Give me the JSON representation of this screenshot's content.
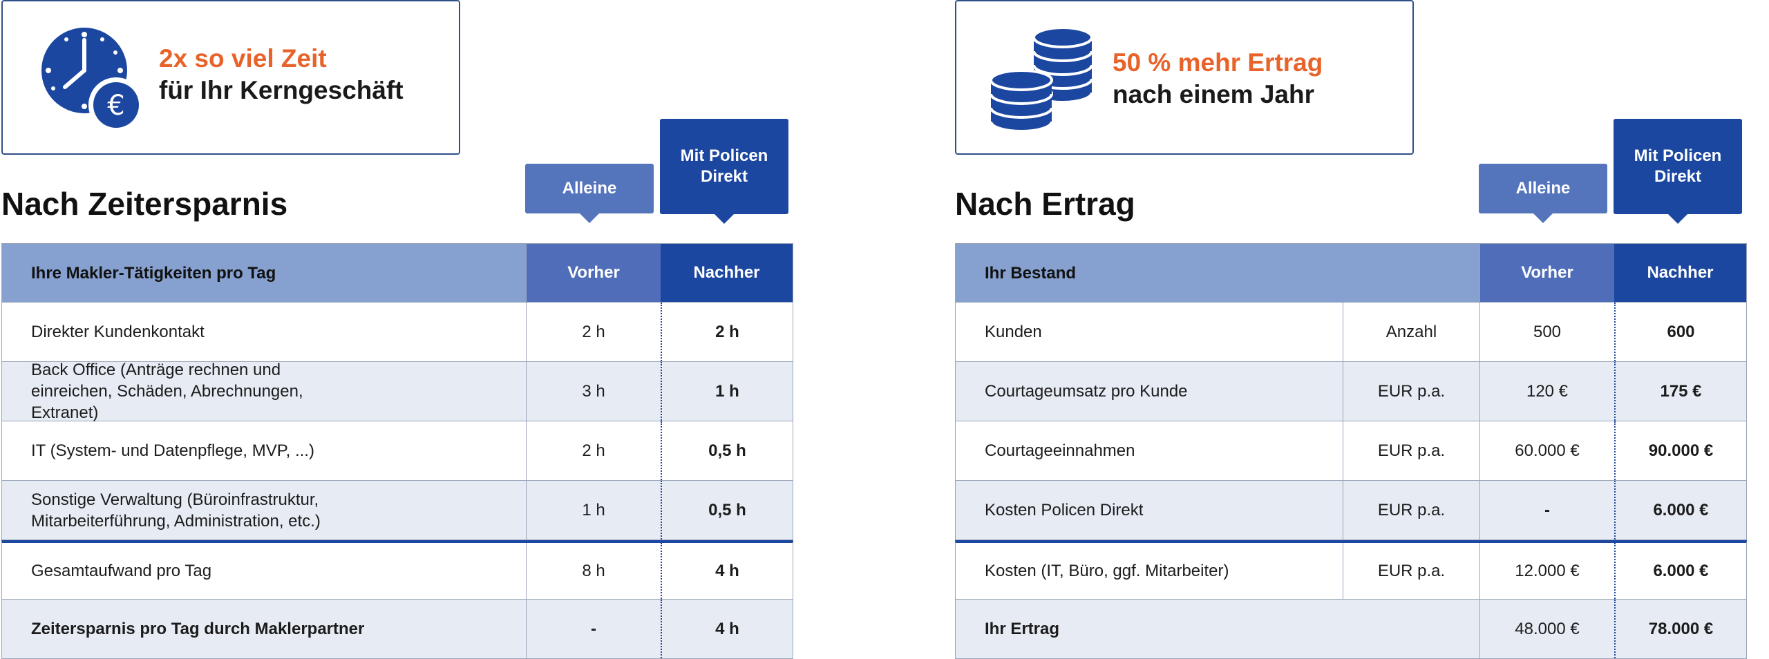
{
  "left": {
    "banner": {
      "line1": "2x so viel Zeit",
      "line2": "für Ihr Kerngeschäft",
      "icon": "clock-euro-icon"
    },
    "title": "Nach Zeitersparnis",
    "tag_alleine": "Alleine",
    "tag_mit": "Mit Policen Direkt",
    "table": {
      "headers": [
        "Ihre Makler-Tätigkeiten pro Tag",
        "Vorher",
        "Nachher"
      ],
      "rows": [
        {
          "label": "Direkter Kundenkontakt",
          "vorher": "2 h",
          "nachher": "2 h"
        },
        {
          "label": "Back Office (Anträge rechnen und einreichen, Schäden, Abrechnungen, Extranet)",
          "vorher": "3 h",
          "nachher": "1 h"
        },
        {
          "label": "IT (System- und Datenpflege, MVP, ...)",
          "vorher": "2 h",
          "nachher": "0,5 h"
        },
        {
          "label": "Sonstige Verwaltung (Büroinfrastruktur, Mitarbeiterführung, Administration, etc.)",
          "vorher": "1 h",
          "nachher": "0,5 h"
        },
        {
          "label": "Gesamtaufwand pro Tag",
          "vorher": "8 h",
          "nachher": "4 h"
        },
        {
          "label": "Zeitersparnis pro Tag durch Maklerpartner",
          "vorher": "-",
          "nachher": "4 h"
        }
      ]
    }
  },
  "right": {
    "banner": {
      "line1": "50 % mehr Ertrag",
      "line2": "nach einem Jahr",
      "icon": "coins-icon"
    },
    "title": "Nach Ertrag",
    "tag_alleine": "Alleine",
    "tag_mit": "Mit Policen Direkt",
    "table": {
      "headers": [
        "Ihr Bestand",
        "Vorher",
        "Nachher"
      ],
      "rows": [
        {
          "label": "Kunden",
          "unit": "Anzahl",
          "vorher": "500",
          "nachher": "600"
        },
        {
          "label": "Courtageumsatz pro Kunde",
          "unit": "EUR p.a.",
          "vorher": "120 €",
          "nachher": "175 €"
        },
        {
          "label": "Courtageeinnahmen",
          "unit": "EUR p.a.",
          "vorher": "60.000 €",
          "nachher": "90.000 €"
        },
        {
          "label": "Kosten Policen Direkt",
          "unit": "EUR p.a.",
          "vorher": "-",
          "nachher": "6.000 €"
        },
        {
          "label": "Kosten (IT, Büro, ggf. Mitarbeiter)",
          "unit": "EUR p.a.",
          "vorher": "12.000 €",
          "nachher": "6.000 €"
        },
        {
          "label": "Ihr Ertrag",
          "unit": "",
          "vorher": "48.000 €",
          "nachher": "78.000 €"
        }
      ]
    }
  },
  "colors": {
    "orange": "#e8632a",
    "navy": "#1c47a0",
    "mid_blue": "#4f6db8",
    "light_blue": "#86a0cf",
    "row_alt": "#e6ebf4"
  }
}
